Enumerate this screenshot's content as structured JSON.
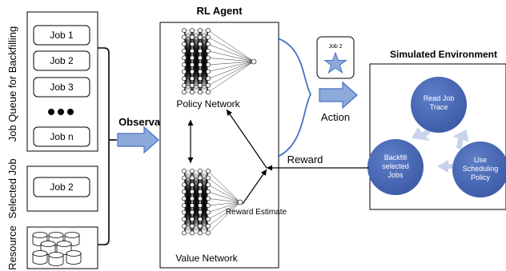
{
  "queue": {
    "label": "Job Queue for Backfilling",
    "jobs": [
      "Job 1",
      "Job 2",
      "Job 3",
      "Job n"
    ]
  },
  "selected": {
    "label": "Selected Job",
    "job": "Job 2"
  },
  "resource": {
    "label": "Resource"
  },
  "observation_label": "Observation",
  "agent": {
    "title": "RL Agent",
    "policy_label": "Policy Network",
    "value_label": "Value Network",
    "reward_estimate": "Reward Estimate"
  },
  "action": {
    "card_label": "Job 2",
    "label": "Action"
  },
  "reward_label": "Reward",
  "environment": {
    "title": "Simulated Environment",
    "steps": [
      "Read Job Trace",
      "Use Scheduling Policy",
      "Backfill selected Jobs"
    ]
  },
  "colors": {
    "arrow_fill": "#8eaadb",
    "arrow_stroke": "#4472c4",
    "circle_fill": "#4e6cb8",
    "circle_light": "#c8d3ec",
    "bracket_blue": "#4472c4",
    "star_fill": "#8eaadb"
  }
}
